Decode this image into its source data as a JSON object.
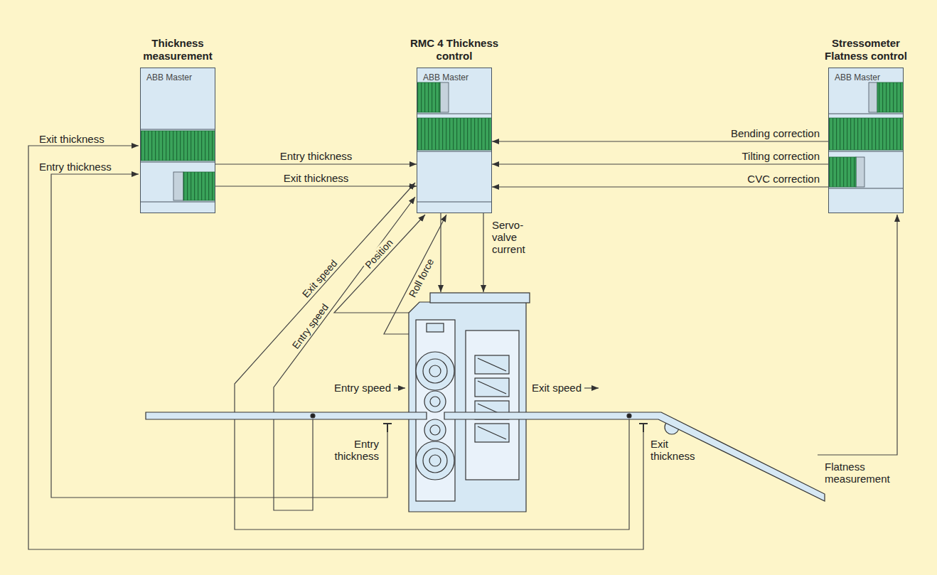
{
  "diagram": {
    "nodes": [
      {
        "text": [
          "Thickness measurement",
          "ABB Master"
        ]
      },
      {
        "text": [
          "RMC 4 Thickness control",
          "ABB Master"
        ]
      },
      {
        "text": [
          "Stressometer Flatness control",
          "ABB Master"
        ]
      }
    ],
    "edges": [
      {
        "from": 0,
        "to": 1,
        "label": "Entry thickness",
        "arrow": "to"
      },
      {
        "from": 0,
        "to": 1,
        "label": "Exit thickness",
        "arrow": "to"
      },
      {
        "from": 2,
        "to": 1,
        "label": "Bending correction",
        "arrow": "to"
      },
      {
        "from": 2,
        "to": 1,
        "label": "Tilting correction",
        "arrow": "to"
      },
      {
        "from": 2,
        "to": 1,
        "label": "CVC correction",
        "arrow": "to"
      }
    ],
    "labels": [
      "Exit thickness",
      "Entry thickness",
      "Exit speed",
      "Entry speed",
      "Position",
      "Roll force",
      "Servo-valve current",
      "Entry speed",
      "Exit speed",
      "Entry thickness",
      "Exit thickness",
      "Flatness measurement"
    ]
  }
}
